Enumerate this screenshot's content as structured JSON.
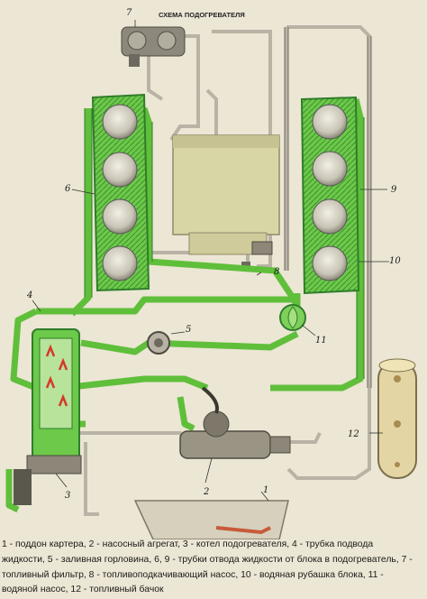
{
  "diagram": {
    "title": "СХЕМА ПОДОГРЕВАТЕЛЯ",
    "labels": {
      "n1": "1",
      "n2": "2",
      "n3": "3",
      "n4": "4",
      "n5": "5",
      "n6": "6",
      "n7": "7",
      "n8": "8",
      "n9": "9",
      "n10": "10",
      "n11": "11",
      "n12": "12"
    },
    "colors": {
      "coolant": "#5fbf3a",
      "coolant_dark": "#2f7d2a",
      "fuel_line": "#a9a497",
      "tank": "#dcd8a8",
      "metal": "#8c8778",
      "flame": "#d43a2a",
      "background": "#ece6d4"
    }
  },
  "caption": {
    "line1": "1 - поддон картера, 2 - насосный агрегат, 3 - котел подогревателя, 4 - трубка подвода",
    "line2": "жидкости, 5 - заливная горловина, 6, 9 - трубки отвода жидкости от блока в подогреватель, 7 -",
    "line3": "топливный фильтр, 8 - топливоподкачивающий насос, 10 - водяная рубашка блока, 11 -",
    "line4": "водяной насос, 12 - топливный бачок"
  }
}
